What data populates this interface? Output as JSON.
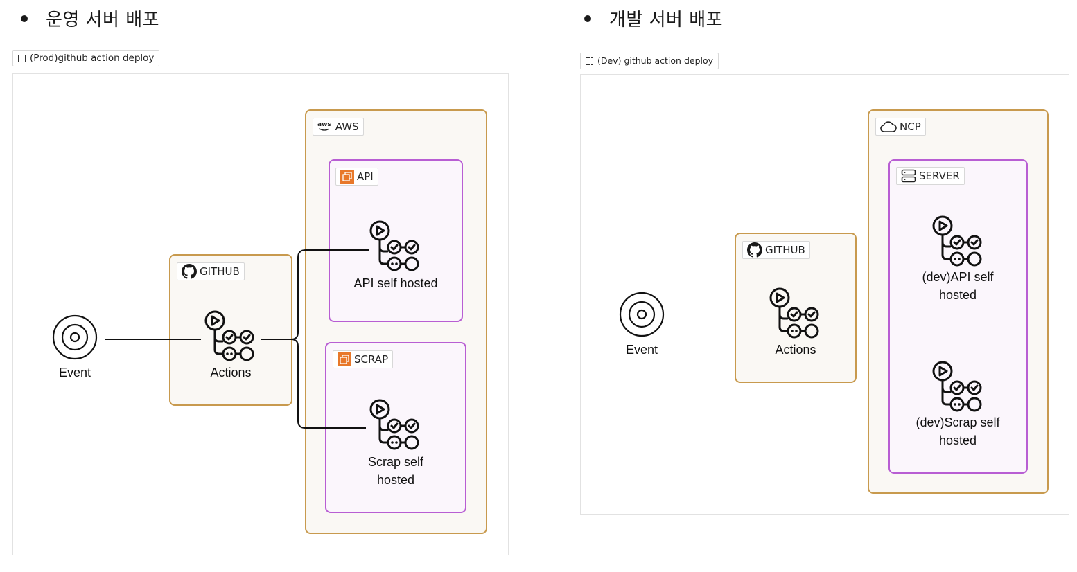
{
  "left": {
    "heading": "운영 서버 배포",
    "frame_label": "(Prod)github action deploy",
    "event_label": "Event",
    "github_tag": "GITHUB",
    "actions_label": "Actions",
    "cloud_tag": "AWS",
    "cloud_tag_prefix": "aws",
    "api_group_tag": "API",
    "api_node_label": "API self hosted",
    "scrap_group_tag": "SCRAP",
    "scrap_node_label_line1": "Scrap self",
    "scrap_node_label_line2": "hosted"
  },
  "right": {
    "heading": "개발 서버 배포",
    "frame_label": "(Dev) github action deploy",
    "event_label": "Event",
    "github_tag": "GITHUB",
    "actions_label": "Actions",
    "cloud_tag": "NCP",
    "server_group_tag": "SERVER",
    "api_node_label_line1": "(dev)API self",
    "api_node_label_line2": "hosted",
    "scrap_node_label_line1": "(dev)Scrap self",
    "scrap_node_label_line2": "hosted"
  },
  "colors": {
    "gold_border": "#c89a4e",
    "purple_border": "#b85ed3",
    "aws_orange": "#e8782a"
  },
  "icons": [
    "bullet-dot",
    "frame-icon",
    "event-icon",
    "github-icon",
    "actions-icon",
    "aws-logo-icon",
    "ec2-icon",
    "cloud-icon",
    "server-icon"
  ]
}
